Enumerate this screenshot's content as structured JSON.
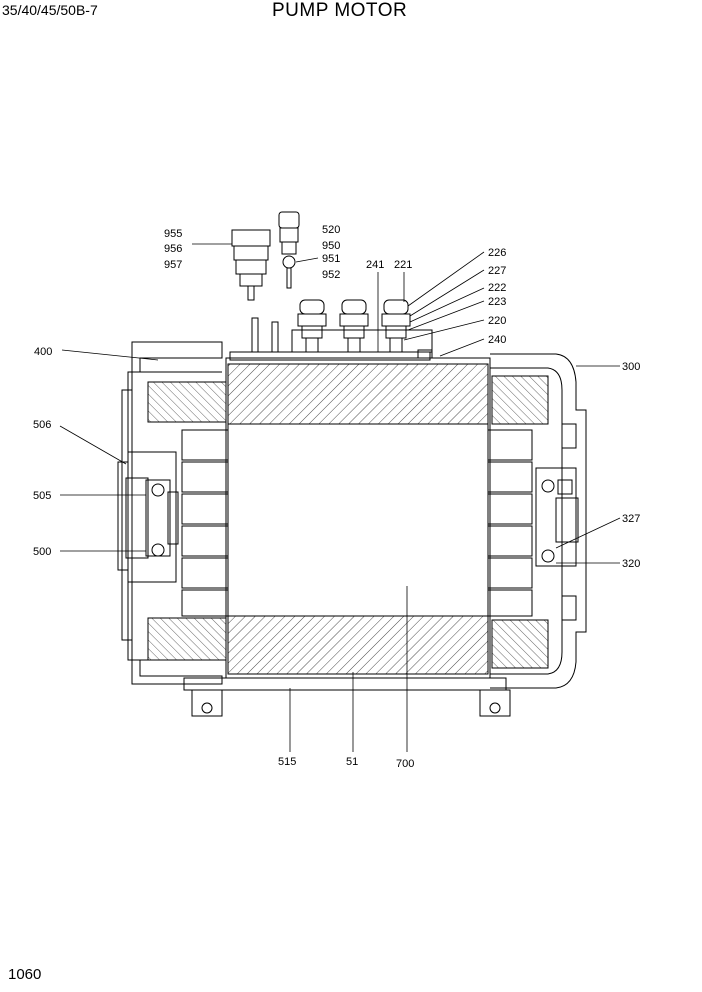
{
  "header": {
    "model": "35/40/45/50B-7",
    "title": "PUMP MOTOR"
  },
  "page_number": "1060",
  "callouts": [
    "955",
    "956",
    "957",
    "520",
    "950",
    "951",
    "952",
    "241",
    "221",
    "226",
    "227",
    "222",
    "223",
    "220",
    "240",
    "400",
    "300",
    "506",
    "505",
    "500",
    "327",
    "320",
    "515",
    "51",
    "700"
  ]
}
